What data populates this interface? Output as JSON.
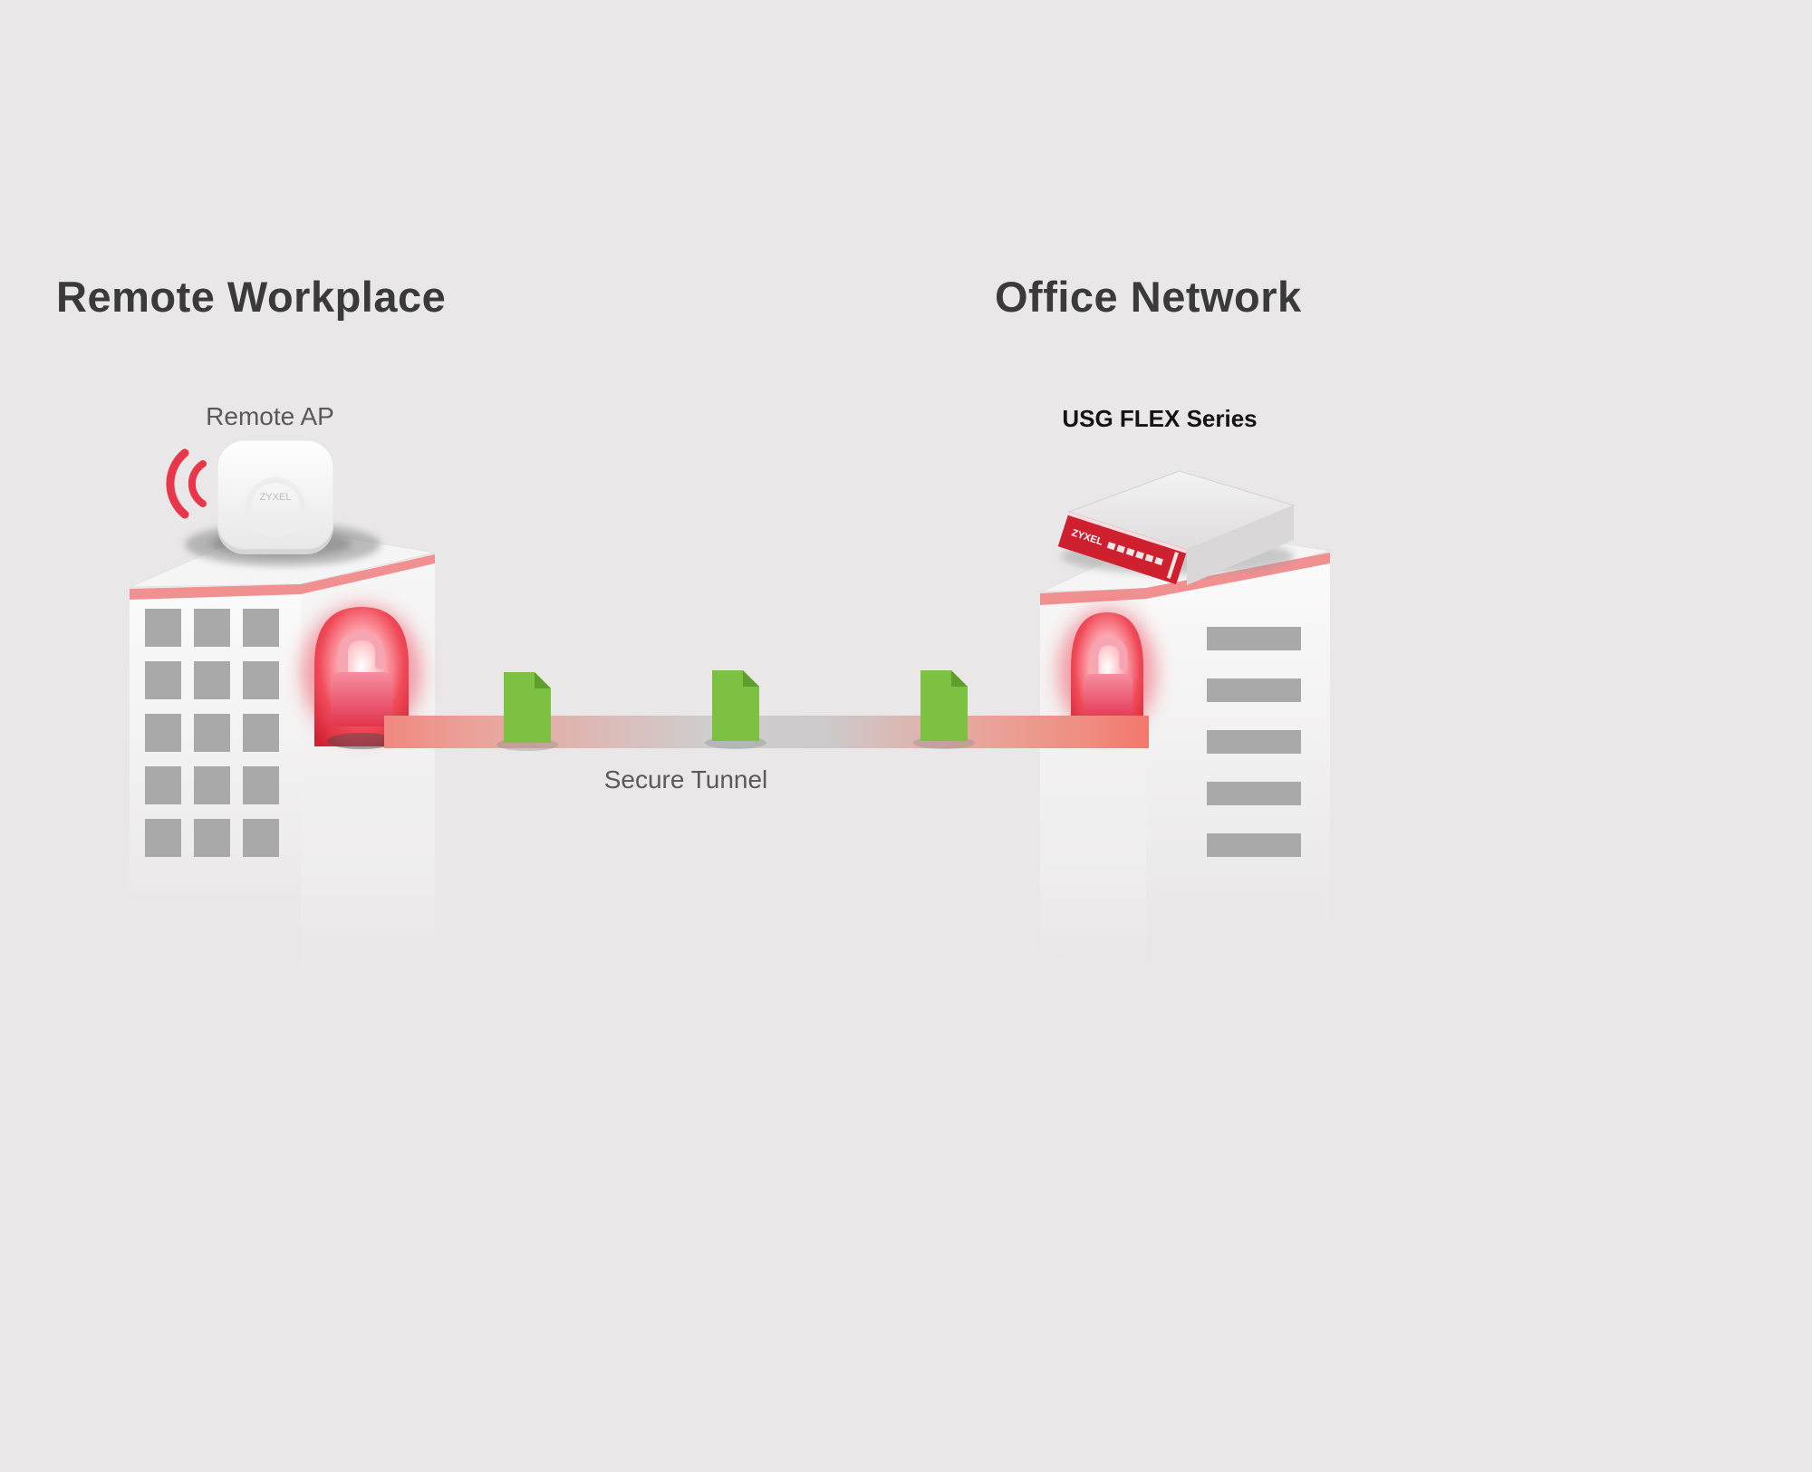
{
  "left_site": {
    "title": "Remote Workplace",
    "device_label": "Remote AP",
    "device_brand": "ZYXEL"
  },
  "right_site": {
    "title": "Office Network",
    "device_label": "USG FLEX Series",
    "device_brand": "ZYXEL"
  },
  "tunnel": {
    "label": "Secure Tunnel"
  },
  "colors": {
    "background": "#e9e7e8",
    "accent_red": "#e8374a",
    "stripe_pink": "#f19091",
    "document_green": "#7cc142",
    "document_fold_green": "#5f9e2c",
    "window_gray": "#a9a9a9",
    "title_text": "#3a3a3a",
    "label_text": "#595959",
    "firewall_red": "#cf2030"
  }
}
